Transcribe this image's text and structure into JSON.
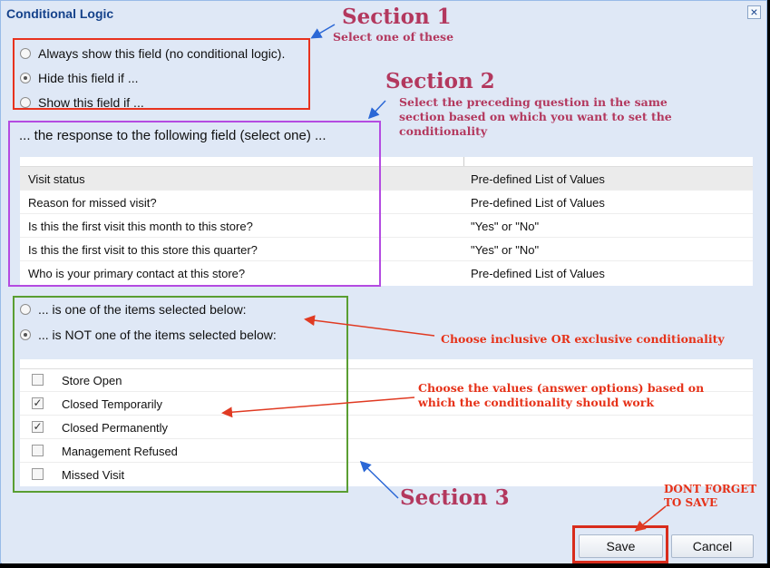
{
  "window": {
    "title": "Conditional Logic",
    "close_symbol": "×"
  },
  "visibility_options": [
    {
      "label": "Always show this field (no conditional logic).",
      "checked": false
    },
    {
      "label": "Hide this field if ...",
      "checked": true
    },
    {
      "label": "Show this field if ...",
      "checked": false
    }
  ],
  "field_prompt": "... the response to the following field (select one) ...",
  "field_table": {
    "rows": [
      {
        "field": "Visit status",
        "type": "Pre-defined List of Values",
        "selected": true
      },
      {
        "field": "Reason for missed visit?",
        "type": "Pre-defined List of Values",
        "selected": false
      },
      {
        "field": "Is this the first visit this month to this store?",
        "type": "\"Yes\" or \"No\"",
        "selected": false
      },
      {
        "field": "Is this the first visit to this store this quarter?",
        "type": "\"Yes\" or \"No\"",
        "selected": false
      },
      {
        "field": "Who is your primary contact at this store?",
        "type": "Pre-defined List of Values",
        "selected": false
      }
    ]
  },
  "match_options": [
    {
      "label": "... is one of the items selected below:",
      "checked": false
    },
    {
      "label": "... is NOT one of the items selected below:",
      "checked": true
    }
  ],
  "values": [
    {
      "label": "Store Open",
      "checked": false
    },
    {
      "label": "Closed Temporarily",
      "checked": true
    },
    {
      "label": "Closed Permanently",
      "checked": true
    },
    {
      "label": "Management Refused",
      "checked": false
    },
    {
      "label": "Missed Visit",
      "checked": false
    }
  ],
  "buttons": {
    "save": "Save",
    "cancel": "Cancel"
  },
  "annotations": {
    "section1_title": "Section 1",
    "section1_note": "Select one of these",
    "section2_title": "Section 2",
    "section2_note_line1": "Select the preceding question in the same",
    "section2_note_line2": "section based on which you want to set the",
    "section2_note_line3": "conditionality",
    "section3_title": "Section 3",
    "inclusive_note": "Choose inclusive OR exclusive conditionality",
    "values_note_line1": "Choose the values (answer options) based on",
    "values_note_line2": "which the conditionality should work",
    "save_note_line1": "DONT FORGET",
    "save_note_line2": "TO SAVE"
  },
  "colors": {
    "section1_box": "#e8321e",
    "section2_box": "#b44be1",
    "section3_box": "#5a9e32",
    "save_box": "#d82c1c",
    "arrow_red": "#e03a22",
    "arrow_blue": "#2a67d6",
    "section_text": "#b3385e"
  }
}
